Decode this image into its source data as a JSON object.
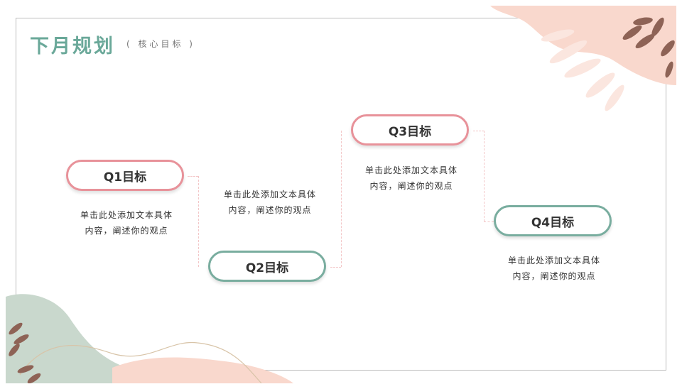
{
  "header": {
    "title": "下月规划",
    "subtitle": "( 核心目标 )"
  },
  "steps": [
    {
      "label": "Q1目标",
      "description": "单击此处添加文本具体内容，阐述你的观点",
      "accent": "#e8929a"
    },
    {
      "label": "Q2目标",
      "description": "单击此处添加文本具体内容，阐述你的观点",
      "accent": "#79ad9f"
    },
    {
      "label": "Q3目标",
      "description": "单击此处添加文本具体内容，阐述你的观点",
      "accent": "#e8929a"
    },
    {
      "label": "Q4目标",
      "description": "单击此处添加文本具体内容，阐述你的观点",
      "accent": "#79ad9f"
    }
  ],
  "colors": {
    "title": "#6aa899",
    "pink": "#e8929a",
    "teal": "#79ad9f",
    "peach": "#f9d8cd",
    "sage": "#c9d8cd",
    "leaf_brown": "#8e6356"
  }
}
